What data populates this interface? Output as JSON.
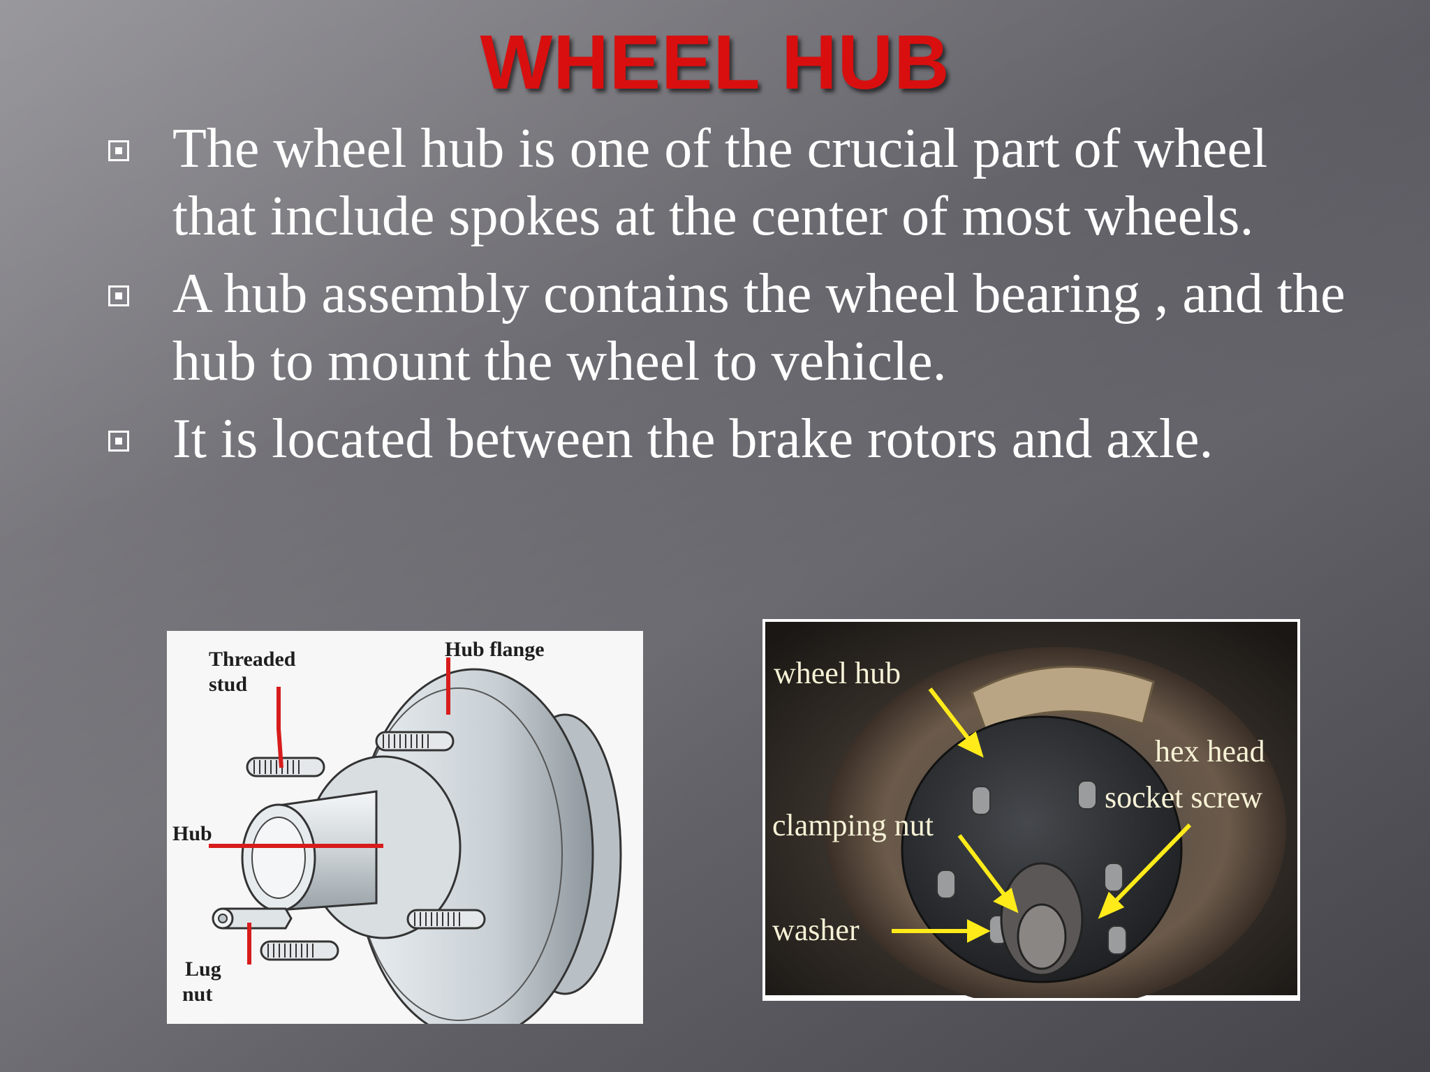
{
  "slide": {
    "title": "WHEEL HUB",
    "bullets": [
      "The wheel hub is one of the crucial part of wheel that  include spokes at the center of most wheels.",
      "A hub assembly contains the wheel bearing  , and the hub to mount the wheel to vehicle.",
      "It is located between the brake rotors and axle."
    ]
  },
  "diagram_left": {
    "labels": {
      "threaded_stud_line1": "Threaded",
      "threaded_stud_line2": "stud",
      "hub_flange": "Hub flange",
      "hub": "Hub",
      "lug_nut_line1": "Lug",
      "lug_nut_line2": "nut"
    },
    "colors": {
      "leader": "#d81c1c",
      "metal": "#c9cfd3"
    }
  },
  "photo_right": {
    "labels": {
      "wheel_hub": "wheel hub",
      "hex_head_line1": "hex head",
      "hex_head_line2": "socket screw",
      "clamping_nut": "clamping nut",
      "washer": "washer"
    },
    "colors": {
      "arrow": "#ffeb1a"
    }
  }
}
